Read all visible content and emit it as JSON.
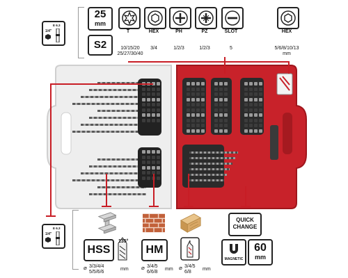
{
  "top_specs": {
    "length_value": "25",
    "length_unit": "mm",
    "steel_grade": "S2",
    "columns": [
      {
        "icon": "torx-icon",
        "label": "T",
        "values": "10/15/20\n25/27/30/40"
      },
      {
        "icon": "hex-icon",
        "label": "HEX",
        "values": "3/4"
      },
      {
        "icon": "phillips-icon",
        "label": "PH",
        "values": "1/2/3"
      },
      {
        "icon": "pozidriv-icon",
        "label": "PZ",
        "values": "1/2/3"
      },
      {
        "icon": "slot-icon",
        "label": "SLOT",
        "values": "5"
      }
    ],
    "hex_right": {
      "icon": "hex-icon",
      "label": "HEX",
      "values": "5/6/8/10/13\nmm"
    }
  },
  "shank_top": {
    "size_label": "E 6.3",
    "fraction": "1/4\""
  },
  "shank_bottom": {
    "size_label": "E 6.3",
    "fraction": "1/4\""
  },
  "bottom": {
    "hss": {
      "label": "HSS",
      "angle": "135°",
      "sizes": "3/3/4/4\n5/5/6/6",
      "unit": "mm",
      "diameter_symbol": "⌀"
    },
    "hm": {
      "label": "HM",
      "sizes": "3/4/5\n6/6/8",
      "unit": "mm",
      "diameter_symbol": "⌀"
    },
    "wood": {
      "sizes": "3/4/5\n6/8",
      "unit": "mm",
      "diameter_symbol": "⌀"
    },
    "quick_change": {
      "line1": "QUICK",
      "line2": "CHANGE"
    },
    "magnetic": {
      "label": "MAGNETIC"
    },
    "length": {
      "value": "60",
      "unit": "mm"
    }
  },
  "colors": {
    "case_red": "#c8222a",
    "case_white": "#eeeeee",
    "line_red": "#c81d25",
    "text_dark": "#111111"
  }
}
